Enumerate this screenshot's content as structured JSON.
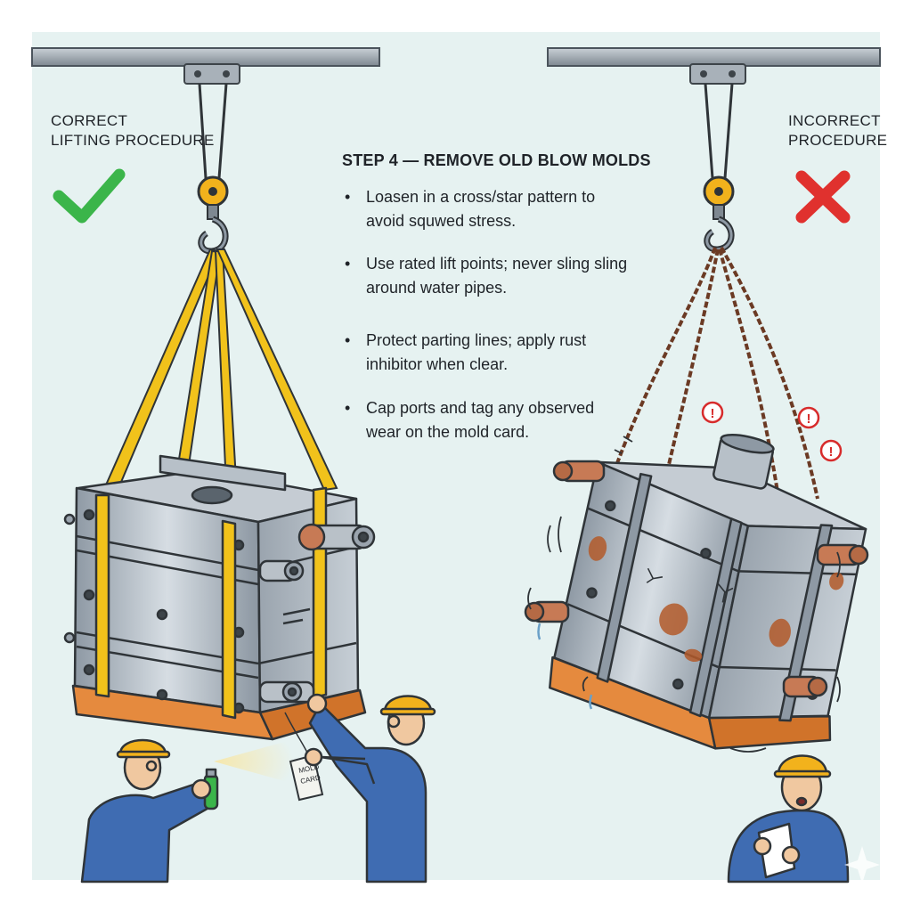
{
  "correct": {
    "title_line1": "CORRECT",
    "title_line2": "LIFTING PROCEDURE",
    "mark": "check-icon",
    "mark_color": "#3bb54a"
  },
  "incorrect": {
    "title_line1": "INCORRECT",
    "title_line2": "PROCEDURE",
    "mark": "cross-icon",
    "mark_color": "#e0312e"
  },
  "steps": {
    "title": "STEP 4 — REMOVE OLD BLOW MOLDS",
    "items": [
      "Loasen in a cross/star pattern to avoid squwed stress.",
      "Use rated lift points; never sling sling around water pipes.",
      "Protect parting lines; apply rust inhibitor when clear.",
      "Cap ports and tag any observed wear on the mold card."
    ]
  },
  "tag": {
    "line1": "MOLD",
    "line2": "CARD"
  },
  "colors": {
    "background": "#e6f2f1",
    "strap": "#f1c21b",
    "mold_steel": "#a9b3bd",
    "mold_base": "#e58a3e",
    "chain": "#6b3a24",
    "worker_suit": "#3f6cb2",
    "hardhat": "#f2b21c",
    "warning": "#d72b2b"
  }
}
